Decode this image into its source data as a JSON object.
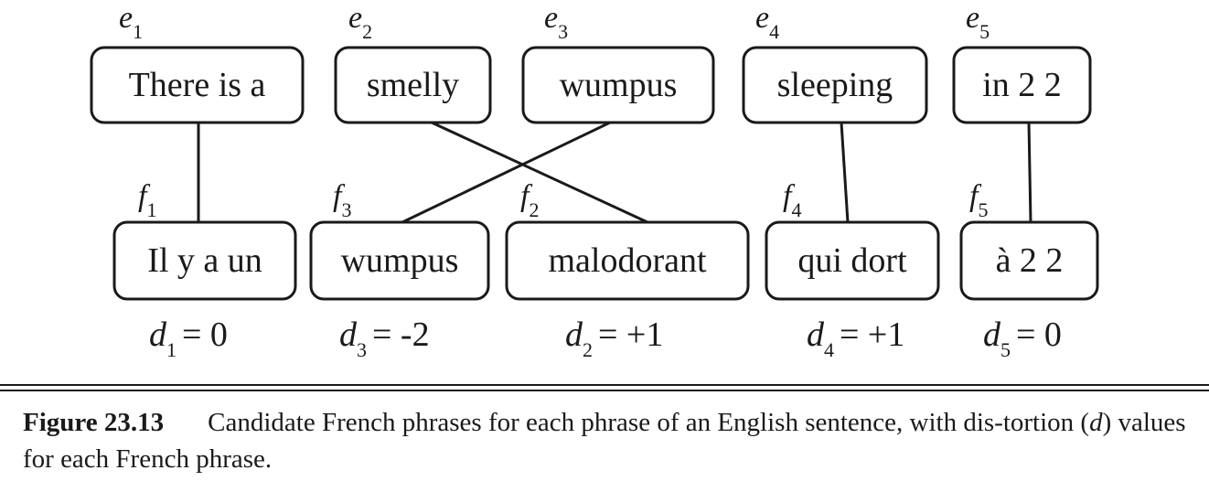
{
  "english_phrases": [
    {
      "var": "e",
      "index": "1",
      "text": "There is a"
    },
    {
      "var": "e",
      "index": "2",
      "text": "smelly"
    },
    {
      "var": "e",
      "index": "3",
      "text": "wumpus"
    },
    {
      "var": "e",
      "index": "4",
      "text": "sleeping"
    },
    {
      "var": "e",
      "index": "5",
      "text": "in 2 2"
    }
  ],
  "french_phrases": [
    {
      "var": "f",
      "index": "1",
      "text": "Il y a un",
      "dist_var": "d",
      "dist_value": "= 0"
    },
    {
      "var": "f",
      "index": "3",
      "text": "wumpus",
      "dist_var": "d",
      "dist_value": "= -2"
    },
    {
      "var": "f",
      "index": "2",
      "text": "malodorant",
      "dist_var": "d",
      "dist_value": "= +1"
    },
    {
      "var": "f",
      "index": "4",
      "text": "qui dort",
      "dist_var": "d",
      "dist_value": "= +1"
    },
    {
      "var": "f",
      "index": "5",
      "text": "à 2 2",
      "dist_var": "d",
      "dist_value": "= 0"
    }
  ],
  "alignments": [
    {
      "english": 0,
      "french": 0
    },
    {
      "english": 1,
      "french": 2
    },
    {
      "english": 2,
      "french": 1
    },
    {
      "english": 3,
      "french": 3
    },
    {
      "english": 4,
      "french": 4
    }
  ],
  "caption": {
    "figure_label": "Figure 23.13",
    "text_before": "Candidate French phrases for each phrase of an English sentence, with dis-tortion (",
    "var": "d",
    "text_after": ") values for each French phrase."
  }
}
